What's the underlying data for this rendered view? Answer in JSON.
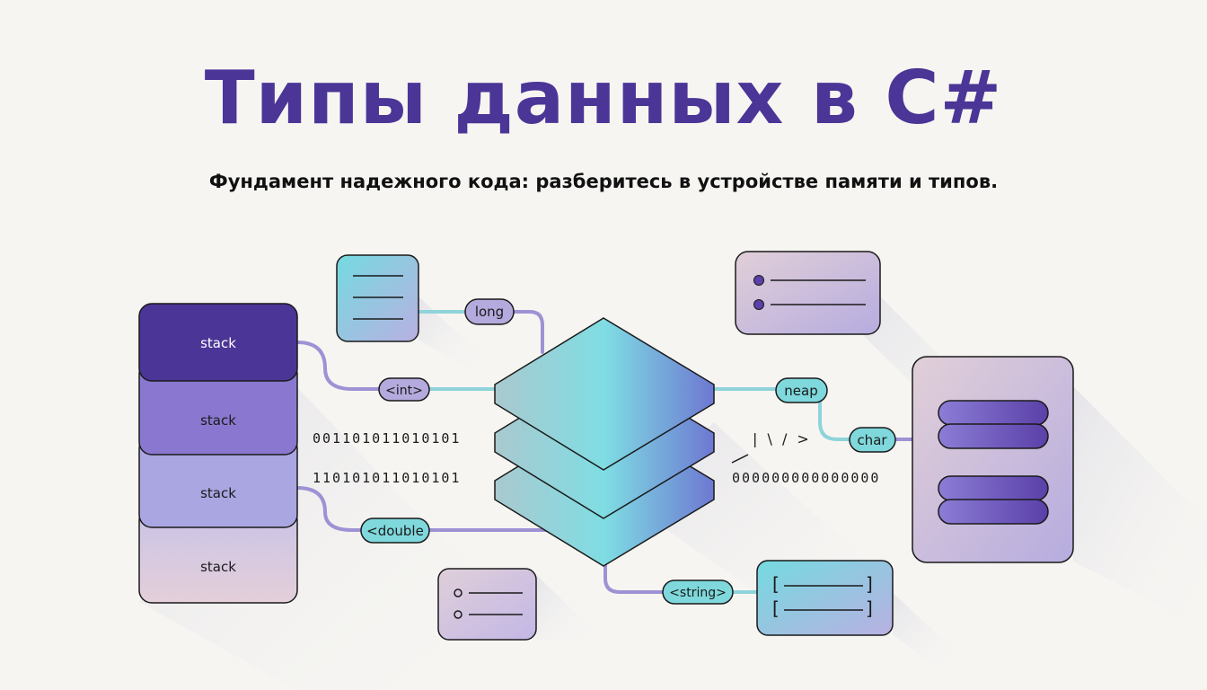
{
  "title": "Типы данных в C#",
  "subtitle": "Фундамент надежного кода: разберитесь в устройстве памяти и типов.",
  "diagram": {
    "stack_labels": [
      "stack",
      "stack",
      "stack",
      "stack"
    ],
    "tags": {
      "long": "long",
      "int": "<int>",
      "double": "<double",
      "heap": "neap",
      "char": "char",
      "string": "<string>"
    },
    "binary_1": "001101011010101",
    "binary_2": "110101011010101",
    "zeros": "000000000000000",
    "symbols": "| \\ / >",
    "dash": "—",
    "bracket_open": "[",
    "bracket_close": "]"
  },
  "colors": {
    "title": "#4b3596",
    "stack_dark": "#4b3596",
    "stack_mid": "#8a78d0",
    "stack_light": "#a9a6e2",
    "teal": "#7fd8dc",
    "lavender": "#b4aadd",
    "connector_teal": "#8ed4da",
    "connector_purple": "#9e92d4"
  }
}
